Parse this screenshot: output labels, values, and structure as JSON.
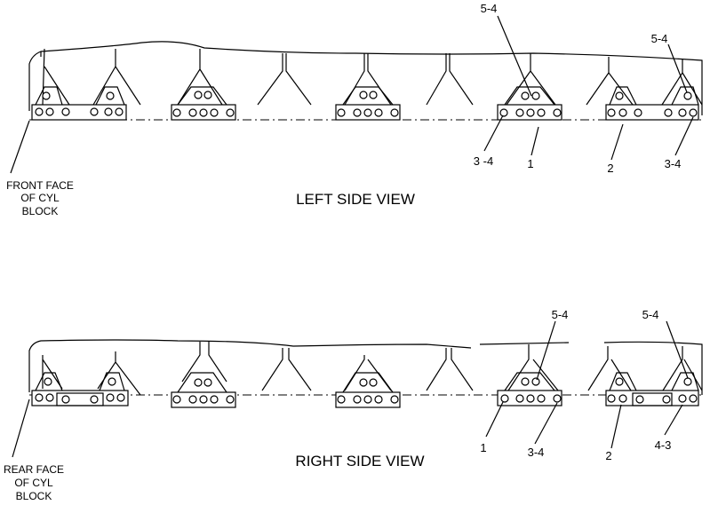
{
  "views": [
    {
      "title": "LEFT SIDE VIEW",
      "face_label": [
        "FRONT FACE",
        "OF CYL",
        "BLOCK"
      ],
      "callouts": [
        "5-4",
        "5-4",
        "3 -4",
        "1",
        "2",
        "3-4"
      ]
    },
    {
      "title": "RIGHT SIDE VIEW",
      "face_label": [
        "REAR FACE",
        "OF CYL",
        "BLOCK"
      ],
      "callouts": [
        "5-4",
        "5-4",
        "1",
        "3-4",
        "2",
        "4-3"
      ]
    }
  ]
}
